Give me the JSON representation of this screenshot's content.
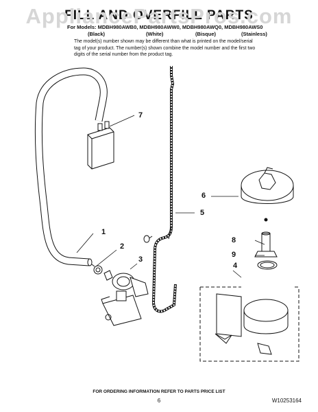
{
  "watermark": "AppliancePartsPros.com",
  "title": "FILL AND OVERFILL PARTS",
  "models_line": "For Models: MDBH980AWB0, MDBH980AWW0, MDBH980AWQ0, MDBH980AWS0",
  "color_labels": [
    "(Black)",
    "(White)",
    "(Bisque)",
    "(Stainless)"
  ],
  "note": "The model(s) number shown may be different than what is printed on the model/serial tag of your product. The number(s) shown combine the model number and the first two digits of the serial number from the product tag.",
  "callouts": [
    "1",
    "2",
    "3",
    "4",
    "5",
    "6",
    "7",
    "8",
    "9"
  ],
  "footer": {
    "ordering_text": "FOR ORDERING INFORMATION REFER TO PARTS PRICE LIST",
    "page_number": "6",
    "document_number": "W10253164"
  },
  "colors": {
    "line": "#111111",
    "watermark": "#d6d6d6"
  }
}
